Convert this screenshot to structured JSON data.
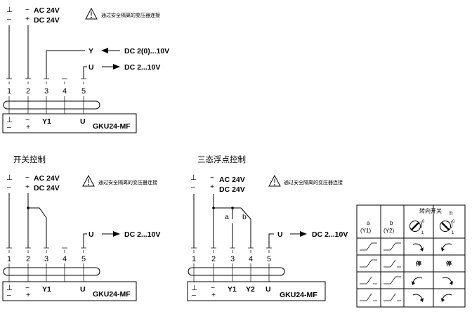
{
  "top": {
    "supply": {
      "gnd": "⊥",
      "minus": "–",
      "tilde": "~",
      "plus": "+",
      "ac": "AC 24V",
      "dc": "DC 24V"
    },
    "warning": "通过安全隔离的变压器连接",
    "signals": [
      {
        "name": "Y",
        "value": "DC 2(0)...10V"
      },
      {
        "name": "U",
        "value": "DC 2...10V"
      }
    ],
    "terminals": [
      "1",
      "2",
      "3",
      "4",
      "5"
    ],
    "box": {
      "gnd": "⊥",
      "minus": "–",
      "tilde": "~",
      "plus": "+",
      "y1": "Y1",
      "u": "U",
      "model": "GKU24-MF"
    }
  },
  "left": {
    "title": "开关控制",
    "supply": {
      "gnd": "⊥",
      "minus": "–",
      "tilde": "~",
      "plus": "+",
      "ac": "AC 24V",
      "dc": "DC 24V"
    },
    "warning": "通过安全隔离的变压器连接",
    "signal": {
      "name": "U",
      "value": "DC 2...10V"
    },
    "terminals": [
      "1",
      "2",
      "3",
      "4",
      "5"
    ],
    "box": {
      "gnd": "⊥",
      "minus": "–",
      "tilde": "~",
      "plus": "+",
      "y1": "Y1",
      "u": "U",
      "model": "GKU24-MF"
    }
  },
  "right": {
    "title": "三态浮点控制",
    "supply": {
      "gnd": "⊥",
      "minus": "–",
      "tilde": "~",
      "plus": "+",
      "ac": "AC 24V",
      "dc": "DC 24V"
    },
    "warning": "通过安全隔离的变压器连接",
    "switch_a": "a",
    "switch_b": "b",
    "signal": {
      "name": "U",
      "value": "DC 2...10V"
    },
    "terminals": [
      "1",
      "2",
      "3",
      "4",
      "5"
    ],
    "box": {
      "gnd": "⊥",
      "minus": "–",
      "tilde": "~",
      "plus": "+",
      "y1": "Y1",
      "y2": "Y2",
      "u": "U",
      "model": "GKU24-MF"
    }
  },
  "table": {
    "col_a": "a",
    "col_a_sub": "(Y1)",
    "col_b": "b",
    "col_b_sub": "(Y2)",
    "dir_switch": "转向开关",
    "dir_h": "h",
    "dial0": "0",
    "dial1": "1",
    "stop": "停"
  }
}
